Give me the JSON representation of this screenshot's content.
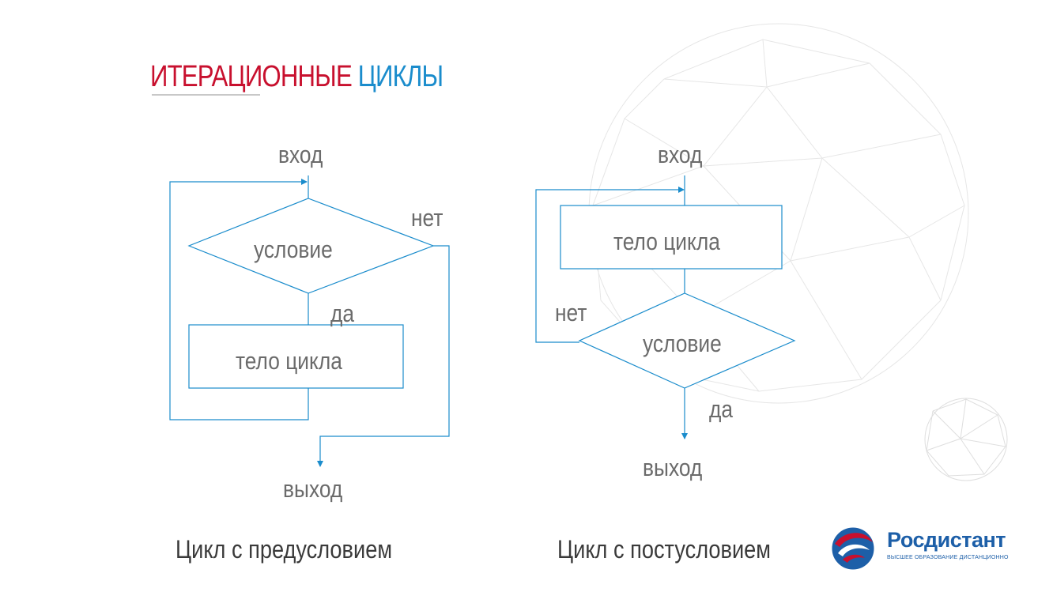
{
  "title": {
    "part1": "ИТЕРАЦИОННЫЕ",
    "part2": "ЦИКЛЫ"
  },
  "left_diagram": {
    "entry": "вход",
    "condition": "условие",
    "no": "нет",
    "yes": "да",
    "body": "тело цикла",
    "exit": "выход",
    "caption": "Цикл с предусловием"
  },
  "right_diagram": {
    "entry": "вход",
    "body": "тело цикла",
    "no": "нет",
    "condition": "условие",
    "yes": "да",
    "exit": "выход",
    "caption": "Цикл с постусловием"
  },
  "logo": {
    "name": "Росдистант",
    "tagline": "ВЫСШЕЕ ОБРАЗОВАНИЕ ДИСТАНЦИОННО"
  },
  "colors": {
    "accent_red": "#c8102e",
    "accent_blue": "#1a8ccc",
    "line": "#1a8ccc"
  }
}
